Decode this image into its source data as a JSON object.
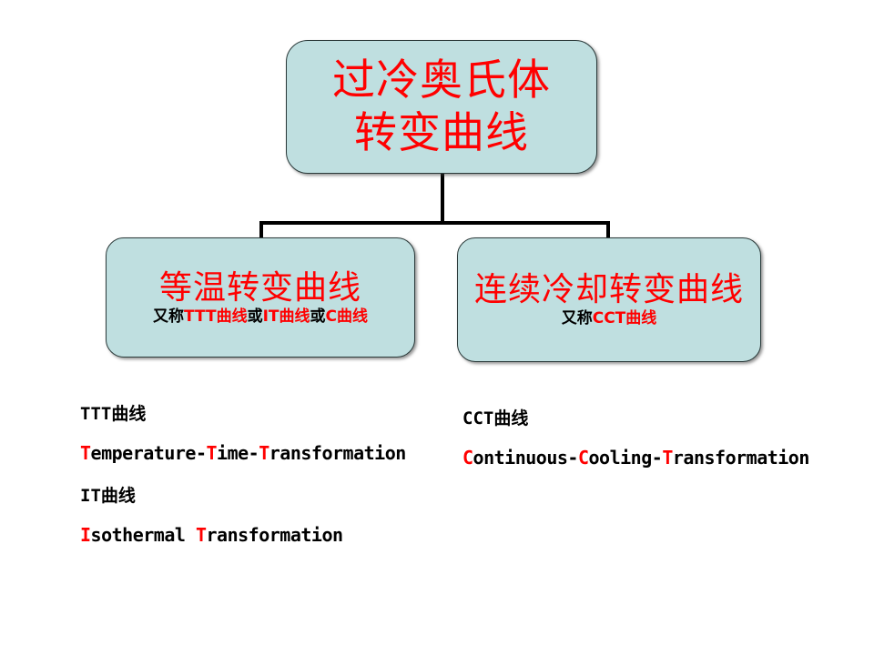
{
  "slide": {
    "background_color": "#ffffff",
    "accent_red": "#ff0000",
    "box_fill": "#bfdfe0",
    "box_border": "#2b3a3a",
    "line_color": "#000000"
  },
  "root": {
    "title_line1": "过冷奥氏体",
    "title_line2": "转变曲线"
  },
  "branches": {
    "left": {
      "title": "等温转变曲线",
      "sub_prefix": "又称",
      "sub_item1": "TTT曲线",
      "sub_conj1": "或",
      "sub_item2": "IT曲线",
      "sub_conj2": "或",
      "sub_item3": "C曲线"
    },
    "right": {
      "title": "连续冷却转变曲线",
      "sub_prefix": "又称",
      "sub_item1": "CCT曲线"
    }
  },
  "notes": {
    "left": [
      {
        "heading": "TTT曲线",
        "expansion": [
          {
            "cap": "T",
            "rest": "emperature-"
          },
          {
            "cap": "T",
            "rest": "ime-"
          },
          {
            "cap": "T",
            "rest": "ransformation"
          }
        ]
      },
      {
        "heading": "IT曲线",
        "expansion": [
          {
            "cap": "I",
            "rest": "sothermal "
          },
          {
            "cap": "T",
            "rest": "ransformation"
          }
        ]
      }
    ],
    "right": [
      {
        "heading": "CCT曲线",
        "expansion": [
          {
            "cap": "C",
            "rest": "ontinuous-"
          },
          {
            "cap": "C",
            "rest": "ooling-"
          },
          {
            "cap": "T",
            "rest": "ransformation"
          }
        ]
      }
    ]
  }
}
